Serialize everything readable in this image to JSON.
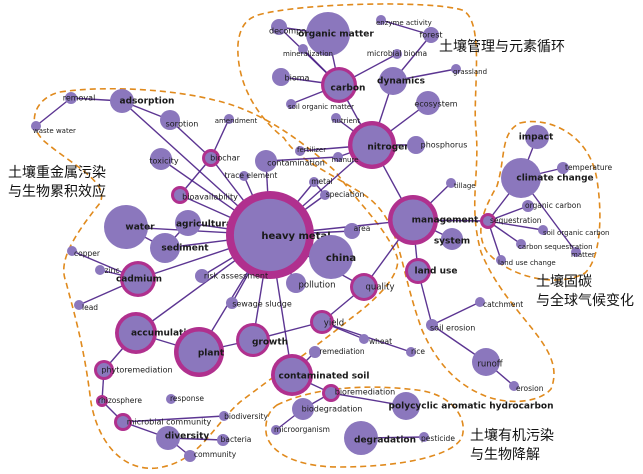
{
  "colors": {
    "node_fill": "#8b77bd",
    "ring": "#b0308e",
    "edge": "#4a1f86",
    "cluster_outline": "#e08a1d",
    "background": "#ffffff"
  },
  "clusters": [
    {
      "id": "soil-management",
      "label_lines": [
        "土壤管理与元素循环"
      ]
    },
    {
      "id": "heavy-metal",
      "label_lines": [
        "土壤重金属污染",
        "与生物累积效应"
      ]
    },
    {
      "id": "carbon",
      "label_lines": [
        "土壤固碳",
        "与全球气候变化"
      ]
    },
    {
      "id": "organic-pollution",
      "label_lines": [
        "土壤有机污染",
        "与生物降解"
      ]
    }
  ],
  "nodes": [
    {
      "id": "decomposition",
      "label": "decomposition"
    },
    {
      "id": "organic_matter",
      "label": "organic matter"
    },
    {
      "id": "enzyme_activity",
      "label": "enzyme activity"
    },
    {
      "id": "forest",
      "label": "forest"
    },
    {
      "id": "mineralization",
      "label": "mineralization"
    },
    {
      "id": "microbial_biomass",
      "label": "microbial bioma"
    },
    {
      "id": "grassland",
      "label": "grassland"
    },
    {
      "id": "biomass",
      "label": "bioma"
    },
    {
      "id": "carbon",
      "label": "carbon"
    },
    {
      "id": "dynamics",
      "label": "dynamics"
    },
    {
      "id": "soil_organic_matter",
      "label": "soil organic matter"
    },
    {
      "id": "ecosystem",
      "label": "ecosystem"
    },
    {
      "id": "nutrient",
      "label": "nutrient"
    },
    {
      "id": "removal",
      "label": "removal"
    },
    {
      "id": "adsorption",
      "label": "adsorption"
    },
    {
      "id": "waste_water",
      "label": "waste water"
    },
    {
      "id": "sorption",
      "label": "sorption"
    },
    {
      "id": "amendment",
      "label": "amendment"
    },
    {
      "id": "nitrogen",
      "label": "nitrogen"
    },
    {
      "id": "phosphorus",
      "label": "phosphorus"
    },
    {
      "id": "fertilizer",
      "label": "fertilizer"
    },
    {
      "id": "manure",
      "label": "manure"
    },
    {
      "id": "toxicity",
      "label": "toxicity"
    },
    {
      "id": "biochar",
      "label": "biochar"
    },
    {
      "id": "contamination",
      "label": "contamination"
    },
    {
      "id": "trace_element",
      "label": "trace element"
    },
    {
      "id": "metal",
      "label": "metal"
    },
    {
      "id": "bioavailability",
      "label": "bioavailability"
    },
    {
      "id": "speciation",
      "label": "speciation"
    },
    {
      "id": "tillage",
      "label": "tillage"
    },
    {
      "id": "management",
      "label": "management"
    },
    {
      "id": "sequestration",
      "label": "sequestration"
    },
    {
      "id": "impact",
      "label": "impact"
    },
    {
      "id": "climate_change",
      "label": "climate change"
    },
    {
      "id": "temperature",
      "label": "temperature"
    },
    {
      "id": "organic_carbon",
      "label": "organic carbon"
    },
    {
      "id": "soil_organic_carbon",
      "label": "soil organic carbon"
    },
    {
      "id": "matter",
      "label": "matter"
    },
    {
      "id": "carbon_sequestration",
      "label": "carbon sequestration"
    },
    {
      "id": "land_use_change",
      "label": "land use change"
    },
    {
      "id": "water",
      "label": "water"
    },
    {
      "id": "agricultural_soil",
      "label": "agricultural soil"
    },
    {
      "id": "heavy_metal",
      "label": "heavy metal"
    },
    {
      "id": "sediment",
      "label": "sediment"
    },
    {
      "id": "area",
      "label": "area"
    },
    {
      "id": "system",
      "label": "system"
    },
    {
      "id": "china",
      "label": "china"
    },
    {
      "id": "copper",
      "label": "copper"
    },
    {
      "id": "land_use",
      "label": "land use"
    },
    {
      "id": "zinc",
      "label": "zinc"
    },
    {
      "id": "cadmium",
      "label": "cadmium"
    },
    {
      "id": "risk_assessment",
      "label": "risk assessment"
    },
    {
      "id": "quality",
      "label": "quality"
    },
    {
      "id": "pollution",
      "label": "pollution"
    },
    {
      "id": "lead",
      "label": "lead"
    },
    {
      "id": "sewage_sludge",
      "label": "sewage sludge"
    },
    {
      "id": "catchment",
      "label": "catchment"
    },
    {
      "id": "accumulation",
      "label": "accumulation"
    },
    {
      "id": "yield",
      "label": "yield"
    },
    {
      "id": "soil_erosion",
      "label": "soil erosion"
    },
    {
      "id": "growth",
      "label": "growth"
    },
    {
      "id": "plant",
      "label": "plant"
    },
    {
      "id": "wheat",
      "label": "wheat"
    },
    {
      "id": "remediation",
      "label": "remediation"
    },
    {
      "id": "rice",
      "label": "rice"
    },
    {
      "id": "runoff",
      "label": "runoff"
    },
    {
      "id": "phytoremediation",
      "label": "phytoremediation"
    },
    {
      "id": "contaminated_soil",
      "label": "contaminated soil"
    },
    {
      "id": "erosion",
      "label": "erosion"
    },
    {
      "id": "rhizosphere",
      "label": "rhizosphere"
    },
    {
      "id": "response",
      "label": "response"
    },
    {
      "id": "bioremediation",
      "label": "bioremediation"
    },
    {
      "id": "biodegradation",
      "label": "biodegradation"
    },
    {
      "id": "pah",
      "label": "polycyclic aromatic hydrocarbon"
    },
    {
      "id": "microbial_community",
      "label": "microbial community"
    },
    {
      "id": "biodiversity",
      "label": "biodiversity"
    },
    {
      "id": "microorganism",
      "label": "microorganism"
    },
    {
      "id": "diversity",
      "label": "diversity"
    },
    {
      "id": "bacteria",
      "label": "bacteria"
    },
    {
      "id": "degradation",
      "label": "degradation"
    },
    {
      "id": "pesticide",
      "label": "pesticide"
    },
    {
      "id": "community",
      "label": "community"
    }
  ],
  "edges": [
    [
      "heavy_metal",
      "cadmium"
    ],
    [
      "heavy_metal",
      "water"
    ],
    [
      "heavy_metal",
      "sediment"
    ],
    [
      "heavy_metal",
      "agricultural_soil"
    ],
    [
      "heavy_metal",
      "china"
    ],
    [
      "heavy_metal",
      "contamination"
    ],
    [
      "heavy_metal",
      "metal"
    ],
    [
      "heavy_metal",
      "speciation"
    ],
    [
      "heavy_metal",
      "bioavailability"
    ],
    [
      "heavy_metal",
      "biochar"
    ],
    [
      "heavy_metal",
      "trace_element"
    ],
    [
      "heavy_metal",
      "accumulation"
    ],
    [
      "heavy_metal",
      "plant"
    ],
    [
      "heavy_metal",
      "growth"
    ],
    [
      "heavy_metal",
      "contaminated_soil"
    ],
    [
      "heavy_metal",
      "pollution"
    ],
    [
      "heavy_metal",
      "risk_assessment"
    ],
    [
      "heavy_metal",
      "sewage_sludge"
    ],
    [
      "heavy_metal",
      "nitrogen"
    ],
    [
      "heavy_metal",
      "quality"
    ],
    [
      "heavy_metal",
      "area"
    ],
    [
      "heavy_metal",
      "toxicity"
    ],
    [
      "heavy_metal",
      "adsorption"
    ],
    [
      "heavy_metal",
      "management"
    ],
    [
      "adsorption",
      "removal"
    ],
    [
      "removal",
      "waste_water"
    ],
    [
      "adsorption",
      "sorption"
    ],
    [
      "sorption",
      "biochar"
    ],
    [
      "biochar",
      "amendment"
    ],
    [
      "biochar",
      "bioavailability"
    ],
    [
      "cadmium",
      "zinc"
    ],
    [
      "cadmium",
      "copper"
    ],
    [
      "cadmium",
      "lead"
    ],
    [
      "accumulation",
      "plant"
    ],
    [
      "plant",
      "growth"
    ],
    [
      "growth",
      "yield"
    ],
    [
      "yield",
      "wheat"
    ],
    [
      "yield",
      "rice"
    ],
    [
      "yield",
      "quality"
    ],
    [
      "phytoremediation",
      "accumulation"
    ],
    [
      "phytoremediation",
      "rhizosphere"
    ],
    [
      "rhizosphere",
      "microbial_community"
    ],
    [
      "microbial_community",
      "diversity"
    ],
    [
      "diversity",
      "bacteria"
    ],
    [
      "diversity",
      "community"
    ],
    [
      "microbial_community",
      "biodiversity"
    ],
    [
      "contaminated_soil",
      "remediation"
    ],
    [
      "contaminated_soil",
      "bioremediation"
    ],
    [
      "bioremediation",
      "biodegradation"
    ],
    [
      "bioremediation",
      "pah"
    ],
    [
      "degradation",
      "pesticide"
    ],
    [
      "biodegradation",
      "microorganism"
    ],
    [
      "carbon",
      "nitrogen"
    ],
    [
      "carbon",
      "organic_matter"
    ],
    [
      "carbon",
      "biomass"
    ],
    [
      "carbon",
      "mineralization"
    ],
    [
      "carbon",
      "soil_organic_matter"
    ],
    [
      "carbon",
      "decomposition"
    ],
    [
      "carbon",
      "microbial_biomass"
    ],
    [
      "organic_matter",
      "decomposition"
    ],
    [
      "nitrogen",
      "phosphorus"
    ],
    [
      "nitrogen",
      "manure"
    ],
    [
      "nitrogen",
      "fertilizer"
    ],
    [
      "nitrogen",
      "nutrient"
    ],
    [
      "nitrogen",
      "dynamics"
    ],
    [
      "nitrogen",
      "ecosystem"
    ],
    [
      "nitrogen",
      "management"
    ],
    [
      "dynamics",
      "forest"
    ],
    [
      "dynamics",
      "grassland"
    ],
    [
      "forest",
      "enzyme_activity"
    ],
    [
      "management",
      "system"
    ],
    [
      "management",
      "tillage"
    ],
    [
      "management",
      "land_use"
    ],
    [
      "management",
      "sequestration"
    ],
    [
      "sequestration",
      "climate_change"
    ],
    [
      "sequestration",
      "organic_carbon"
    ],
    [
      "sequestration",
      "soil_organic_carbon"
    ],
    [
      "sequestration",
      "carbon_sequestration"
    ],
    [
      "sequestration",
      "land_use_change"
    ],
    [
      "climate_change",
      "impact"
    ],
    [
      "climate_change",
      "temperature"
    ],
    [
      "climate_change",
      "matter"
    ],
    [
      "land_use",
      "soil_erosion"
    ],
    [
      "soil_erosion",
      "runoff"
    ],
    [
      "soil_erosion",
      "catchment"
    ],
    [
      "runoff",
      "erosion"
    ],
    [
      "contamination",
      "manure"
    ],
    [
      "metal",
      "speciation"
    ],
    [
      "water",
      "sediment"
    ],
    [
      "agricultural_soil",
      "sediment"
    ],
    [
      "quality",
      "management"
    ]
  ]
}
